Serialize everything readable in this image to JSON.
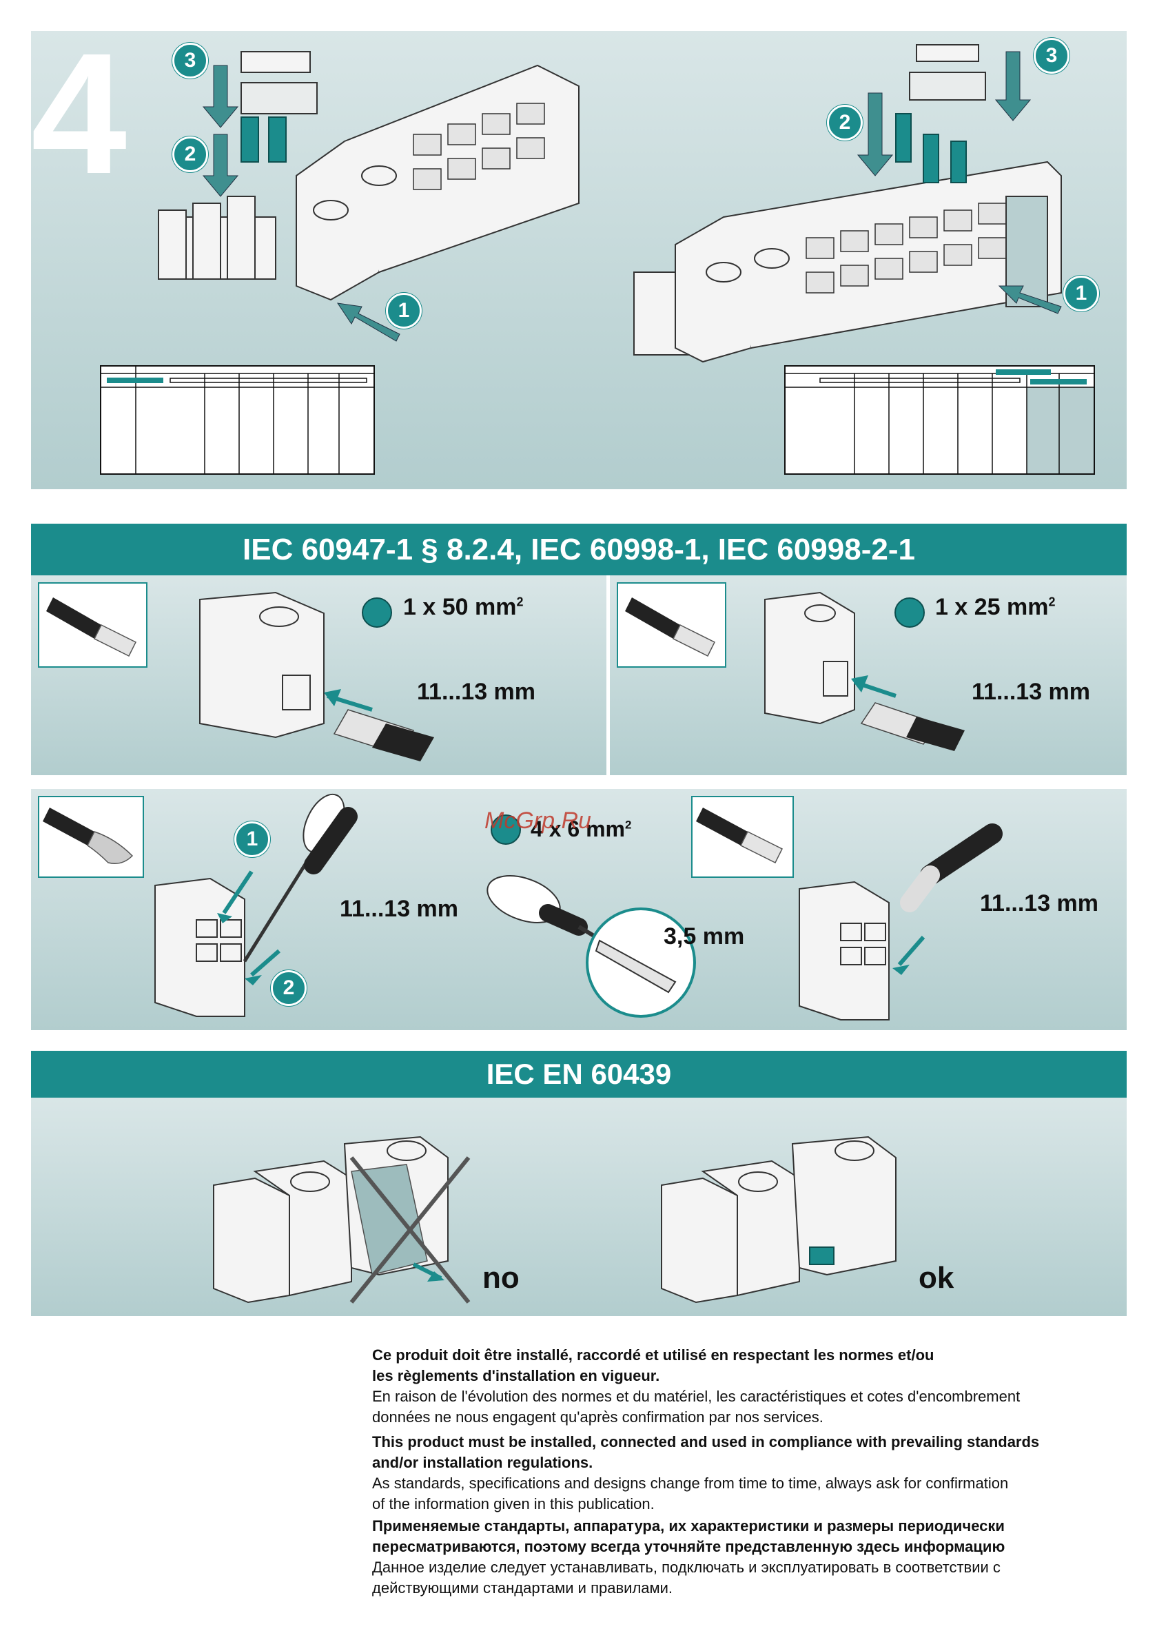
{
  "step": {
    "number": "4"
  },
  "badges": {
    "one": "1",
    "two": "2",
    "three": "3"
  },
  "section2": {
    "title": "IEC 60947-1 § 8.2.4, IEC 60998-1, IEC 60998-2-1",
    "left": {
      "section_text": "1 x 50 mm",
      "sup": "2",
      "strip_length": "11...13 mm"
    },
    "right": {
      "section_text": "1 x 25 mm",
      "sup": "2",
      "strip_length": "11...13 mm"
    }
  },
  "section3": {
    "section_text": "4 x 6 mm",
    "sup": "2",
    "strip_length_a": "11...13 mm",
    "screwdriver": "3,5 mm",
    "strip_length_b": "11...13 mm"
  },
  "section4": {
    "title": "IEC EN 60439",
    "no_label": "no",
    "ok_label": "ok"
  },
  "watermark": "McGrp.Ru",
  "footer": {
    "fr_bold_1": "Ce produit doit être installé, raccordé et utilisé en respectant les normes et/ou",
    "fr_bold_2": "les règlements d'installation en vigueur.",
    "fr_1": "En raison de l'évolution des normes et du matériel, les caractéristiques et cotes d'encombrement",
    "fr_2": "données ne nous engagent qu'après confirmation par nos services.",
    "en_bold_1": "This product must be installed, connected and used in compliance with prevailing standards",
    "en_bold_2": "and/or installation regulations.",
    "en_1": "As standards, specifications and designs change from time to time, always ask for confirmation",
    "en_2": "of the information given in this publication.",
    "ru_bold_1": "Применяемые стандарты, аппаратура, их характеристики и размеры периодически",
    "ru_bold_2": "пересматриваются, поэтому всегда уточняйте представленную здесь информацию",
    "ru_1": "Данное изделие следует устанавливать, подключать и эксплуатировать в соответствии с",
    "ru_2": "действующими стандартами и правилами."
  },
  "colors": {
    "teal": "#1b8c8c",
    "panel_light": "#d9e6e7",
    "panel_dark": "#b2cdce"
  }
}
